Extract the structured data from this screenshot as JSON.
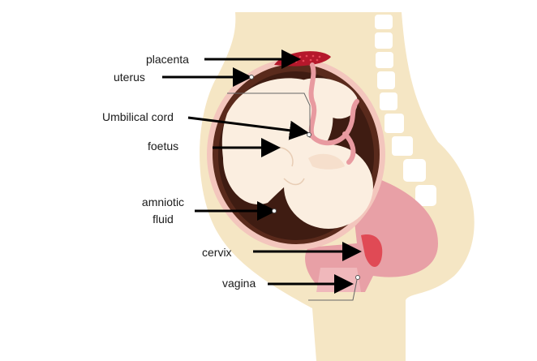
{
  "labels": {
    "placenta": "placenta",
    "uterus": "uterus",
    "umbilical_cord": "Umbilical cord",
    "foetus": "foetus",
    "amniotic_line1": "amniotic",
    "amniotic_line2": "fluid",
    "cervix": "cervix",
    "vagina": "vagina"
  },
  "colors": {
    "body_skin": "#f5e6c4",
    "spine": "#ffffff",
    "uterus_wall": "#5a2a1c",
    "amniotic": "#f3c6bd",
    "foetus_skin": "#fbeee0",
    "placenta": "#b5182b",
    "vaginal_canal": "#e8a0a6",
    "cervix": "#e04a55",
    "umbilical": "#e89aa0",
    "arrow": "#000000"
  }
}
